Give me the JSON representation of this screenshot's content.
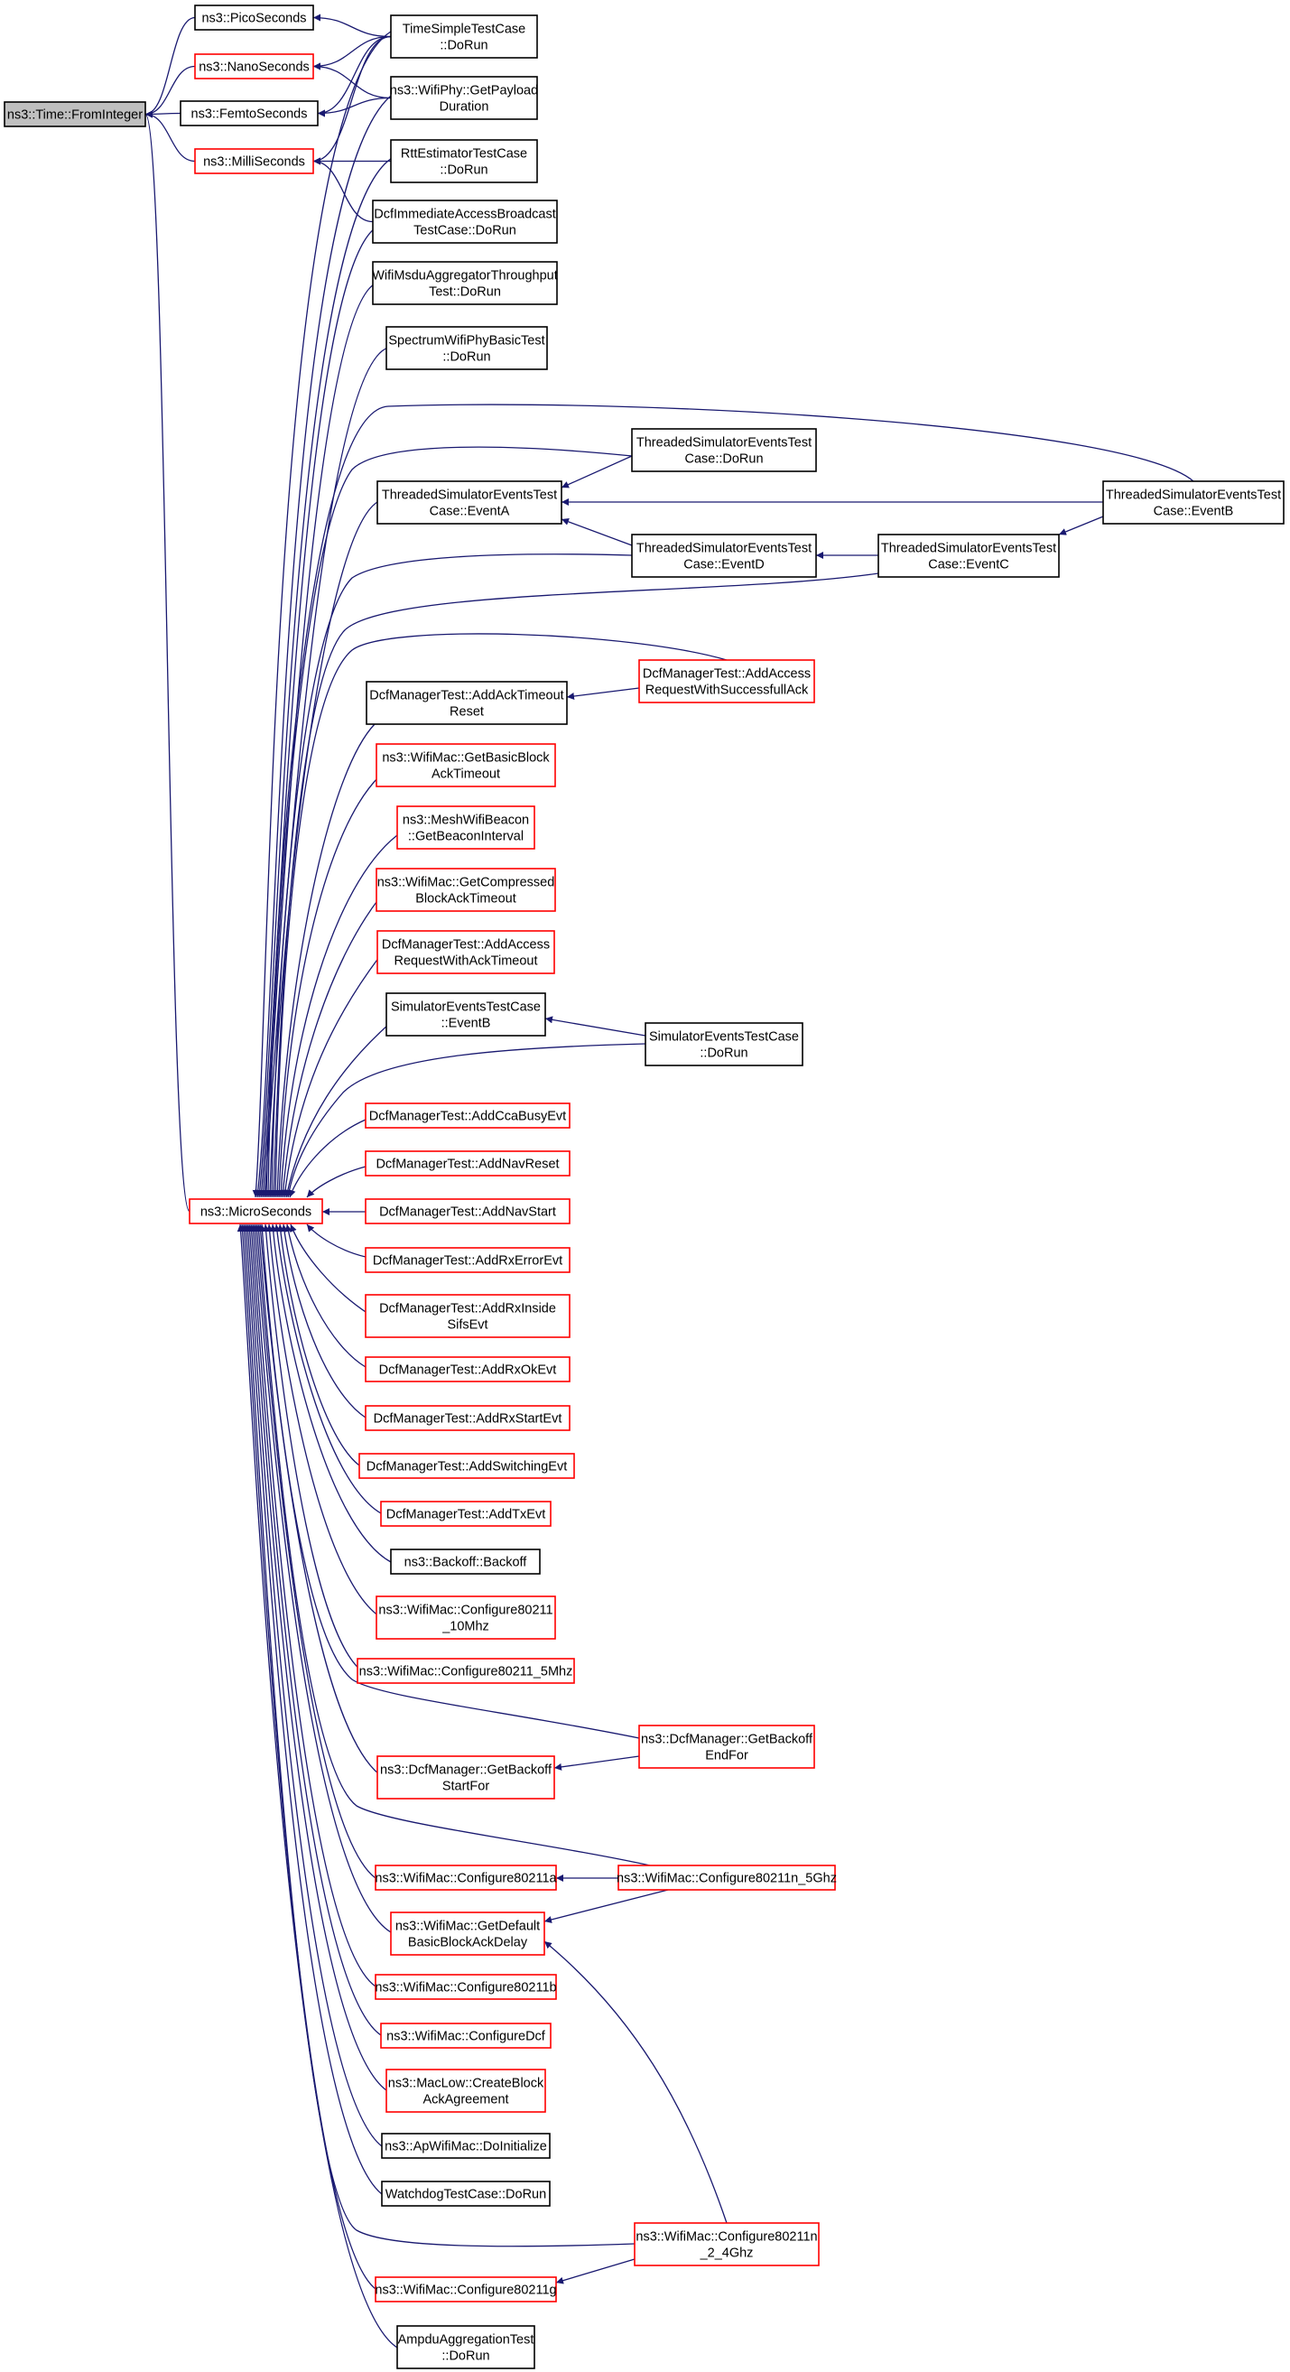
{
  "colors": {
    "edge": "#191970",
    "highlight_fill": "#bfbfbf",
    "red_border": "#ff0000",
    "black_border": "#000000"
  },
  "nodes": {
    "fromint": {
      "lines": [
        "ns3::Time::FromInteger"
      ],
      "style": "gray"
    },
    "pico": {
      "lines": [
        "ns3::PicoSeconds"
      ],
      "style": "black"
    },
    "nano": {
      "lines": [
        "ns3::NanoSeconds"
      ],
      "style": "red"
    },
    "femto": {
      "lines": [
        "ns3::FemtoSeconds"
      ],
      "style": "black"
    },
    "milli": {
      "lines": [
        "ns3::MilliSeconds"
      ],
      "style": "red"
    },
    "micro": {
      "lines": [
        "ns3::MicroSeconds"
      ],
      "style": "red"
    },
    "tst": {
      "lines": [
        "TimeSimpleTestCase",
        "::DoRun"
      ],
      "style": "black"
    },
    "wpgp": {
      "lines": [
        "ns3::WifiPhy::GetPayload",
        "Duration"
      ],
      "style": "black"
    },
    "rtt": {
      "lines": [
        "RttEstimatorTestCase",
        "::DoRun"
      ],
      "style": "black"
    },
    "dcfimm": {
      "lines": [
        "DcfImmediateAccessBroadcast",
        "TestCase::DoRun"
      ],
      "style": "black"
    },
    "msdu": {
      "lines": [
        "WifiMsduAggregatorThroughput",
        "Test::DoRun"
      ],
      "style": "black"
    },
    "spec": {
      "lines": [
        "SpectrumWifiPhyBasicTest",
        "::DoRun"
      ],
      "style": "black"
    },
    "tsetdorun": {
      "lines": [
        "ThreadedSimulatorEventsTest",
        "Case::DoRun"
      ],
      "style": "black"
    },
    "tsetA": {
      "lines": [
        "ThreadedSimulatorEventsTest",
        "Case::EventA"
      ],
      "style": "black"
    },
    "tsetB": {
      "lines": [
        "ThreadedSimulatorEventsTest",
        "Case::EventB"
      ],
      "style": "black"
    },
    "tsetD": {
      "lines": [
        "ThreadedSimulatorEventsTest",
        "Case::EventD"
      ],
      "style": "black"
    },
    "tsetC": {
      "lines": [
        "ThreadedSimulatorEventsTest",
        "Case::EventC"
      ],
      "style": "black"
    },
    "ackto": {
      "lines": [
        "DcfManagerTest::AddAckTimeout",
        "Reset"
      ],
      "style": "black"
    },
    "accsucc": {
      "lines": [
        "DcfManagerTest::AddAccess",
        "RequestWithSuccessfullAck"
      ],
      "style": "red"
    },
    "gbbat": {
      "lines": [
        "ns3::WifiMac::GetBasicBlock",
        "AckTimeout"
      ],
      "style": "red"
    },
    "meshbi": {
      "lines": [
        "ns3::MeshWifiBeacon",
        "::GetBeaconInterval"
      ],
      "style": "red"
    },
    "gcbat": {
      "lines": [
        "ns3::WifiMac::GetCompressed",
        "BlockAckTimeout"
      ],
      "style": "red"
    },
    "accackto": {
      "lines": [
        "DcfManagerTest::AddAccess",
        "RequestWithAckTimeout"
      ],
      "style": "red"
    },
    "setcB": {
      "lines": [
        "SimulatorEventsTestCase",
        "::EventB"
      ],
      "style": "black"
    },
    "setcdorun": {
      "lines": [
        "SimulatorEventsTestCase",
        "::DoRun"
      ],
      "style": "black"
    },
    "cca": {
      "lines": [
        "DcfManagerTest::AddCcaBusyEvt"
      ],
      "style": "red"
    },
    "navreset": {
      "lines": [
        "DcfManagerTest::AddNavReset"
      ],
      "style": "red"
    },
    "navstart": {
      "lines": [
        "DcfManagerTest::AddNavStart"
      ],
      "style": "red"
    },
    "rxerr": {
      "lines": [
        "DcfManagerTest::AddRxErrorEvt"
      ],
      "style": "red"
    },
    "rxins": {
      "lines": [
        "DcfManagerTest::AddRxInside",
        "SifsEvt"
      ],
      "style": "red"
    },
    "rxok": {
      "lines": [
        "DcfManagerTest::AddRxOkEvt"
      ],
      "style": "red"
    },
    "rxstart": {
      "lines": [
        "DcfManagerTest::AddRxStartEvt"
      ],
      "style": "red"
    },
    "switching": {
      "lines": [
        "DcfManagerTest::AddSwitchingEvt"
      ],
      "style": "red"
    },
    "txevt": {
      "lines": [
        "DcfManagerTest::AddTxEvt"
      ],
      "style": "red"
    },
    "backoff": {
      "lines": [
        "ns3::Backoff::Backoff"
      ],
      "style": "black"
    },
    "c10mhz": {
      "lines": [
        "ns3::WifiMac::Configure80211",
        "_10Mhz"
      ],
      "style": "red"
    },
    "c5mhz": {
      "lines": [
        "ns3::WifiMac::Configure80211_5Mhz"
      ],
      "style": "red"
    },
    "gbef": {
      "lines": [
        "ns3::DcfManager::GetBackoff",
        "EndFor"
      ],
      "style": "red"
    },
    "gbsf": {
      "lines": [
        "ns3::DcfManager::GetBackoff",
        "StartFor"
      ],
      "style": "red"
    },
    "c11a": {
      "lines": [
        "ns3::WifiMac::Configure80211a"
      ],
      "style": "red"
    },
    "c11n5": {
      "lines": [
        "ns3::WifiMac::Configure80211n_5Ghz"
      ],
      "style": "red"
    },
    "gdbbad": {
      "lines": [
        "ns3::WifiMac::GetDefault",
        "BasicBlockAckDelay"
      ],
      "style": "red"
    },
    "c11b": {
      "lines": [
        "ns3::WifiMac::Configure80211b"
      ],
      "style": "red"
    },
    "cdcf": {
      "lines": [
        "ns3::WifiMac::ConfigureDcf"
      ],
      "style": "red"
    },
    "cba": {
      "lines": [
        "ns3::MacLow::CreateBlock",
        "AckAgreement"
      ],
      "style": "red"
    },
    "apinit": {
      "lines": [
        "ns3::ApWifiMac::DoInitialize"
      ],
      "style": "black"
    },
    "watchdog": {
      "lines": [
        "WatchdogTestCase::DoRun"
      ],
      "style": "black"
    },
    "c11n24": {
      "lines": [
        "ns3::WifiMac::Configure80211n",
        "_2_4Ghz"
      ],
      "style": "red"
    },
    "c11g": {
      "lines": [
        "ns3::WifiMac::Configure80211g"
      ],
      "style": "red"
    },
    "ampdu": {
      "lines": [
        "AmpduAggregationTest",
        "::DoRun"
      ],
      "style": "black"
    }
  },
  "edges": [
    [
      "pico",
      "fromint"
    ],
    [
      "nano",
      "fromint"
    ],
    [
      "femto",
      "fromint"
    ],
    [
      "milli",
      "fromint"
    ],
    [
      "micro",
      "fromint"
    ],
    [
      "tst",
      "pico"
    ],
    [
      "tst",
      "nano"
    ],
    [
      "tst",
      "femto"
    ],
    [
      "tst",
      "milli"
    ],
    [
      "tst",
      "micro"
    ],
    [
      "wpgp",
      "nano"
    ],
    [
      "wpgp",
      "femto"
    ],
    [
      "wpgp",
      "micro"
    ],
    [
      "rtt",
      "milli"
    ],
    [
      "rtt",
      "micro"
    ],
    [
      "dcfimm",
      "milli"
    ],
    [
      "dcfimm",
      "micro"
    ],
    [
      "msdu",
      "micro"
    ],
    [
      "spec",
      "micro"
    ],
    [
      "tsetB",
      "micro"
    ],
    [
      "tsetdorun",
      "micro"
    ],
    [
      "tsetA",
      "micro"
    ],
    [
      "tsetD",
      "micro"
    ],
    [
      "tsetC",
      "micro"
    ],
    [
      "tsetdorun",
      "tsetA"
    ],
    [
      "tsetB",
      "tsetA"
    ],
    [
      "tsetD",
      "tsetA"
    ],
    [
      "tsetB",
      "tsetC"
    ],
    [
      "tsetC",
      "tsetD"
    ],
    [
      "accsucc",
      "micro"
    ],
    [
      "ackto",
      "micro"
    ],
    [
      "accsucc",
      "ackto"
    ],
    [
      "gbbat",
      "micro"
    ],
    [
      "meshbi",
      "micro"
    ],
    [
      "gcbat",
      "micro"
    ],
    [
      "accackto",
      "micro"
    ],
    [
      "setcB",
      "micro"
    ],
    [
      "setcdorun",
      "micro"
    ],
    [
      "setcdorun",
      "setcB"
    ],
    [
      "cca",
      "micro"
    ],
    [
      "navreset",
      "micro"
    ],
    [
      "navstart",
      "micro"
    ],
    [
      "rxerr",
      "micro"
    ],
    [
      "rxins",
      "micro"
    ],
    [
      "rxok",
      "micro"
    ],
    [
      "rxstart",
      "micro"
    ],
    [
      "switching",
      "micro"
    ],
    [
      "txevt",
      "micro"
    ],
    [
      "backoff",
      "micro"
    ],
    [
      "c10mhz",
      "micro"
    ],
    [
      "c5mhz",
      "micro"
    ],
    [
      "gbef",
      "micro"
    ],
    [
      "gbsf",
      "micro"
    ],
    [
      "gbef",
      "gbsf"
    ],
    [
      "c11n5",
      "micro"
    ],
    [
      "c11a",
      "micro"
    ],
    [
      "c11n5",
      "c11a"
    ],
    [
      "gdbbad",
      "micro"
    ],
    [
      "c11n5",
      "gdbbad"
    ],
    [
      "c11n24",
      "gdbbad"
    ],
    [
      "c11b",
      "micro"
    ],
    [
      "cdcf",
      "micro"
    ],
    [
      "cba",
      "micro"
    ],
    [
      "apinit",
      "micro"
    ],
    [
      "watchdog",
      "micro"
    ],
    [
      "c11n24",
      "micro"
    ],
    [
      "c11g",
      "micro"
    ],
    [
      "c11n24",
      "c11g"
    ],
    [
      "ampdu",
      "micro"
    ]
  ]
}
